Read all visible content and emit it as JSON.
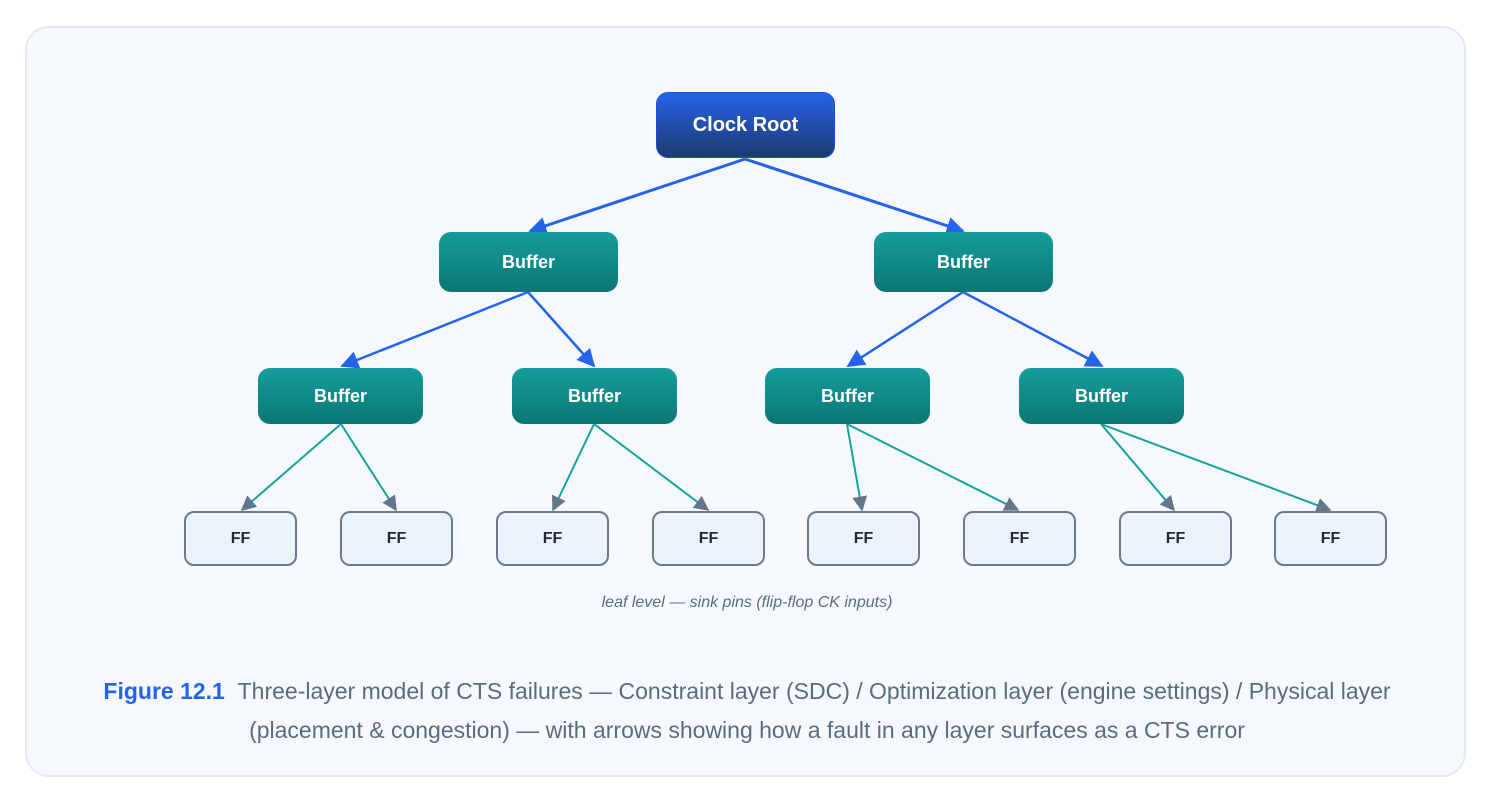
{
  "diagram": {
    "root": {
      "label": "Clock Root"
    },
    "level1": [
      {
        "label": "Buffer"
      },
      {
        "label": "Buffer"
      }
    ],
    "level2": [
      {
        "label": "Buffer"
      },
      {
        "label": "Buffer"
      },
      {
        "label": "Buffer"
      },
      {
        "label": "Buffer"
      }
    ],
    "leaves": [
      {
        "label": "FF"
      },
      {
        "label": "FF"
      },
      {
        "label": "FF"
      },
      {
        "label": "FF"
      },
      {
        "label": "FF"
      },
      {
        "label": "FF"
      },
      {
        "label": "FF"
      },
      {
        "label": "FF"
      }
    ],
    "leaf_caption": "leaf level — sink pins (flip-flop CK inputs)",
    "colors": {
      "root": "#1e40af",
      "buffer": "#0f8a87",
      "ff_fill": "#edf3fa",
      "blue_edge": "#2563eb",
      "teal_edge": "#14a39b",
      "ff_arrowhead": "#64748b"
    }
  },
  "figure": {
    "label": "Figure 12.1",
    "caption": "Three-layer model of CTS failures — Constraint layer (SDC) / Optimization layer (engine settings) / Physical layer (placement & congestion) — with arrows showing how a fault in any layer surfaces as a CTS error"
  }
}
